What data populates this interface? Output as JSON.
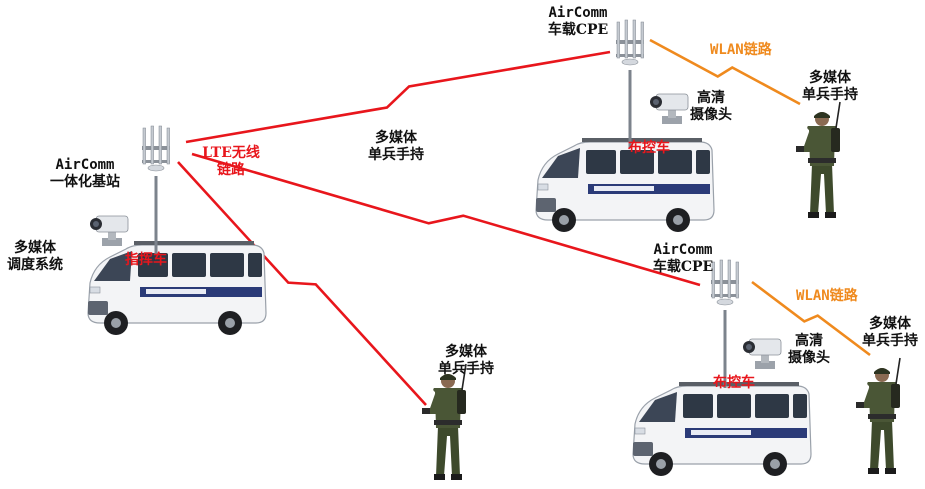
{
  "base_station": {
    "name_line1": "AirComm",
    "name_line2": "一体化基站",
    "dispatch_line1": "多媒体",
    "dispatch_line2": "调度系统",
    "vehicle": "指挥车"
  },
  "lte_link": {
    "line1": "LTE无线",
    "line2": "链路"
  },
  "mid_handheld": {
    "line1": "多媒体",
    "line2": "单兵手持"
  },
  "bottom_handheld": {
    "line1": "多媒体",
    "line2": "单兵手持"
  },
  "cpe_top": {
    "name_line1": "AirComm",
    "name_line2": "车载CPE",
    "vehicle": "布控车",
    "wlan": "WLAN链路",
    "camera_line1": "高清",
    "camera_line2": "摄像头",
    "handheld_line1": "多媒体",
    "handheld_line2": "单兵手持"
  },
  "cpe_bottom": {
    "name_line1": "AirComm",
    "name_line2": "车载CPE",
    "vehicle": "布控车",
    "wlan": "WLAN链路",
    "camera_line1": "高清",
    "camera_line2": "摄像头",
    "handheld_line1": "多媒体",
    "handheld_line2": "单兵手持"
  },
  "colors": {
    "lte": "#e8161c",
    "wlan": "#ef8a1e",
    "van_body": "#f4f5f7",
    "uniform": "#3f4a2e"
  }
}
